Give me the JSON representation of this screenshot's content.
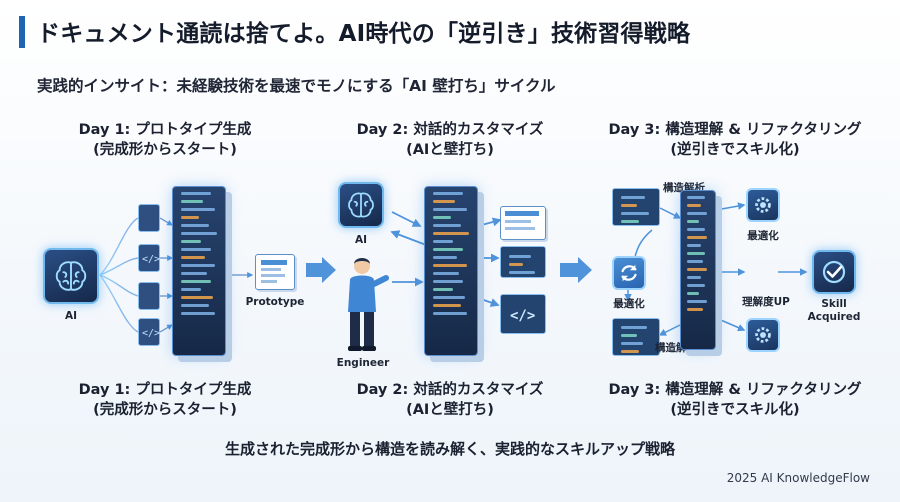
{
  "header": {
    "title": "ドキュメント通読は捨てよ。AI時代の「逆引き」技術習得戦略",
    "subtitle": "実践的インサイト：未経験技術を最速でモノにする「AI 壁打ち」サイクル"
  },
  "steps": [
    {
      "top_label": "Day 1: プロトタイプ生成\n(完成形からスタート)",
      "bottom_label": "Day 1: プロトタイプ生成\n(完成形からスタート)"
    },
    {
      "top_label": "Day 2: 対話的カスタマイズ\n(AIと壁打ち)",
      "bottom_label": "Day 2: 対話的カスタマイズ\n(AIと壁打ち)"
    },
    {
      "top_label": "Day 3: 構造理解 & リファクタリング\n(逆引きでスキル化)",
      "bottom_label": "Day 3: 構造理解 & リファクタリング\n(逆引きでスキル化)"
    }
  ],
  "day1": {
    "ai_label": "AI",
    "prototype_label": "Prototype"
  },
  "day2": {
    "ai_label": "AI",
    "engineer_label": "Engineer"
  },
  "day3": {
    "label_analysis_top": "構造解析",
    "label_optimize_right": "最適化",
    "label_optimize_left": "最適化",
    "label_understanding": "理解度UP",
    "label_analysis_bottom": "構造解析",
    "skill_label": "Skill\nAcquired"
  },
  "tagline": "生成された完成形から構造を読み解く、実践的なスキルアップ戦略",
  "footer": "2025 AI KnowledgeFlow",
  "icons": [
    "brain-icon",
    "code-icon",
    "document-icon",
    "engineer-icon",
    "gear-icon",
    "refresh-icon",
    "checkmark-icon"
  ],
  "colors": {
    "accent": "#1f63b5",
    "glow": "#6fb9ef",
    "panel_dark": "#162846",
    "arrow": "#4f93da",
    "highlight": "#f2a54a"
  }
}
